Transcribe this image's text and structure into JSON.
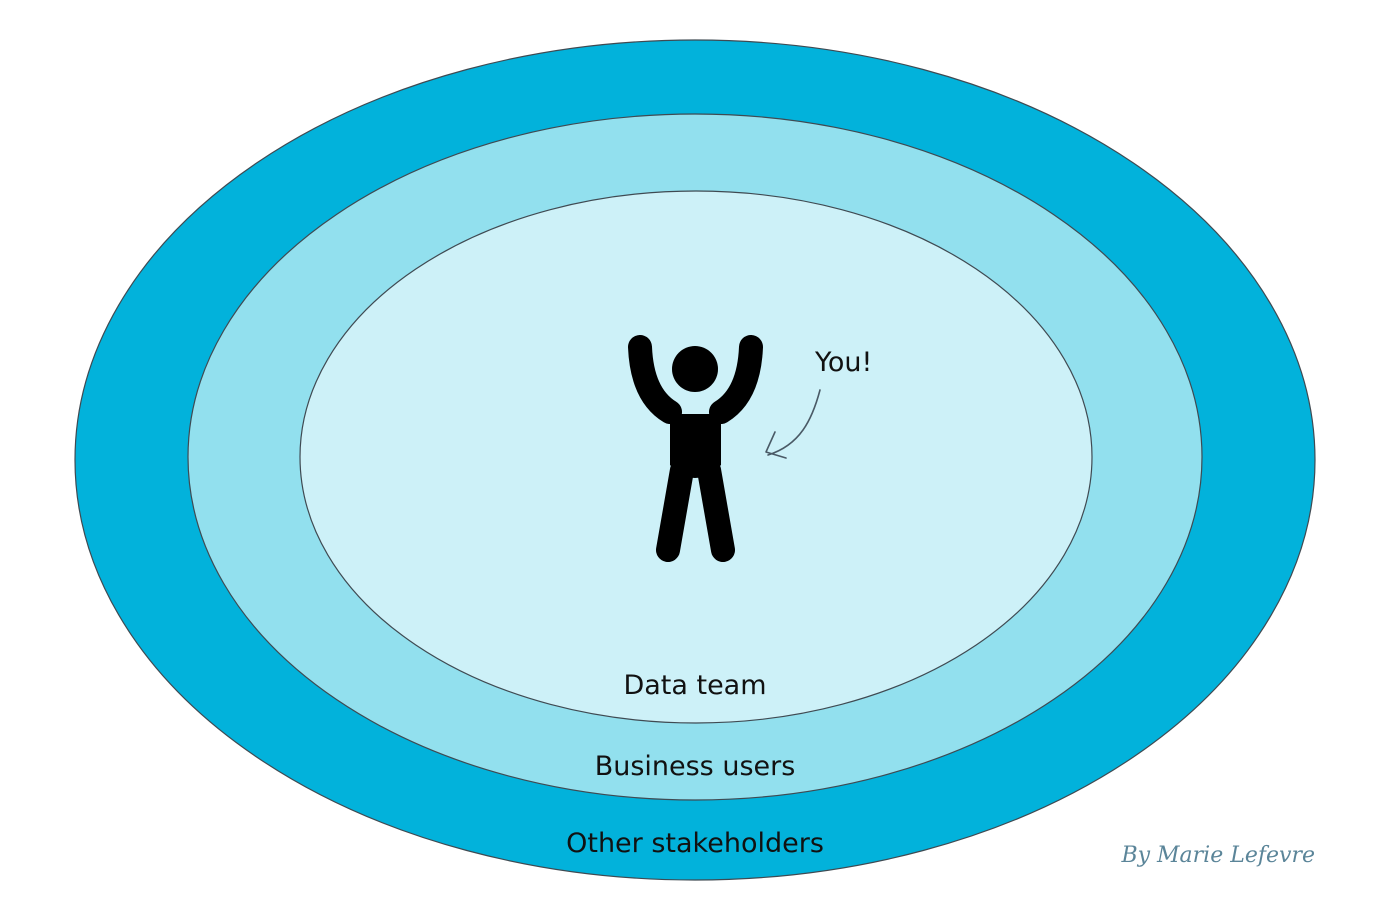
{
  "diagram": {
    "rings": [
      {
        "label": "Other stakeholders",
        "color": "#02b2db"
      },
      {
        "label": "Business users",
        "color": "#92e0ee"
      },
      {
        "label": "Data team",
        "color": "#cdf1f8"
      }
    ],
    "center": {
      "label": "You!",
      "figure_icon": "person-arms-raised-icon",
      "figure_color": "#000000"
    },
    "outline_color": "#3f4a52",
    "credit": "By Marie Lefevre"
  }
}
